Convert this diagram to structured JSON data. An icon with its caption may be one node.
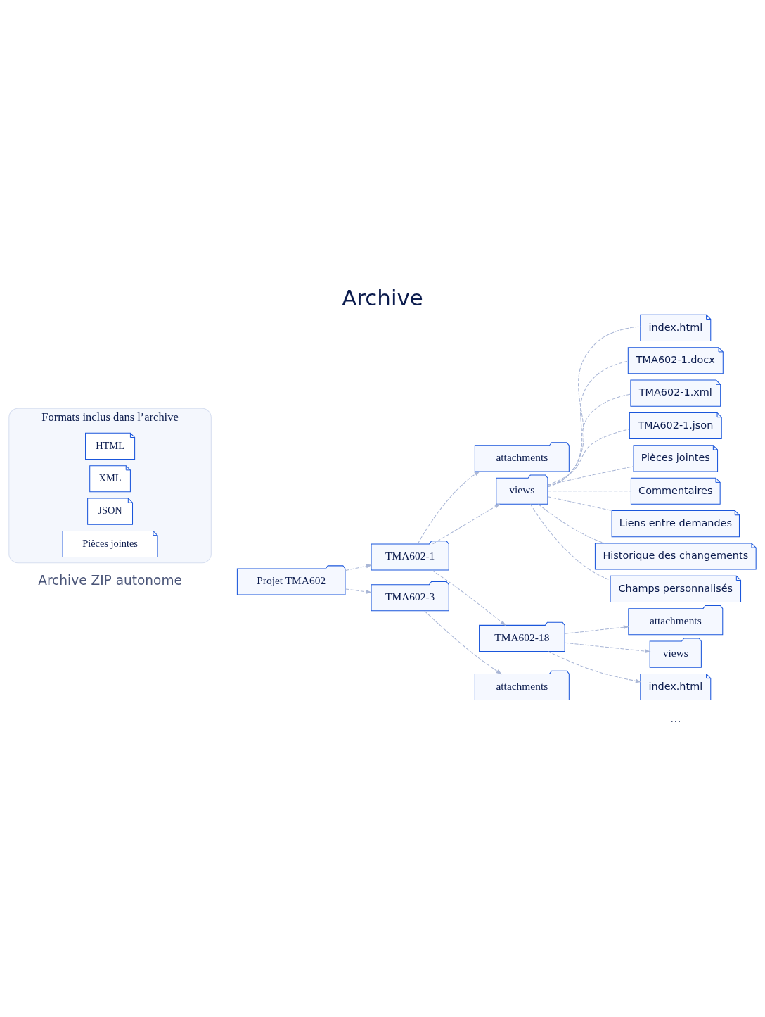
{
  "diagram": {
    "title": "Archive",
    "nodes": [
      {
        "text": [
          "Projet TMA602"
        ]
      },
      {
        "text": [
          "TMA602-1"
        ]
      },
      {
        "text": [
          "attachments"
        ]
      },
      {
        "text": [
          "views"
        ]
      },
      {
        "text": [
          "index.html"
        ]
      },
      {
        "text": [
          "TMA602-1.docx"
        ]
      },
      {
        "text": [
          "TMA602-1.xml"
        ]
      },
      {
        "text": [
          "TMA602-1.json"
        ]
      },
      {
        "text": [
          "Pièces jointes"
        ]
      },
      {
        "text": [
          "Commentaires"
        ]
      },
      {
        "text": [
          "Liens entre demandes"
        ]
      },
      {
        "text": [
          "Historique des changements"
        ]
      },
      {
        "text": [
          "Champs personnalisés"
        ]
      },
      {
        "text": [
          "TMA602-18"
        ]
      },
      {
        "text": [
          "attachments"
        ]
      },
      {
        "text": [
          "views"
        ]
      },
      {
        "text": [
          "index.html"
        ]
      },
      {
        "text": [
          "TMA602-3"
        ]
      },
      {
        "text": [
          "attachments"
        ]
      },
      {
        "text": [
          "Formats inclus dans l’archive"
        ]
      },
      {
        "text": [
          "HTML"
        ],
        "in": 19
      },
      {
        "text": [
          "XML"
        ],
        "in": 19
      },
      {
        "text": [
          "JSON"
        ],
        "in": 19
      },
      {
        "text": [
          "Pièces jointes"
        ],
        "in": 19
      }
    ],
    "edges": [
      {
        "from": 0,
        "to": 1,
        "arrow": "to",
        "style": "dashed"
      },
      {
        "from": 1,
        "to": 2,
        "arrow": "to",
        "style": "dashed"
      },
      {
        "from": 1,
        "to": 3,
        "arrow": "to",
        "style": "dashed"
      },
      {
        "from": 3,
        "to": 4,
        "arrow": "none",
        "style": "dashed"
      },
      {
        "from": 3,
        "to": 5,
        "arrow": "none",
        "style": "dashed"
      },
      {
        "from": 3,
        "to": 6,
        "arrow": "none",
        "style": "dashed"
      },
      {
        "from": 3,
        "to": 7,
        "arrow": "none",
        "style": "dashed"
      },
      {
        "from": 3,
        "to": 8,
        "arrow": "none",
        "style": "dashed"
      },
      {
        "from": 3,
        "to": 9,
        "arrow": "none",
        "style": "dashed"
      },
      {
        "from": 3,
        "to": 10,
        "arrow": "none",
        "style": "dashed"
      },
      {
        "from": 3,
        "to": 11,
        "arrow": "none",
        "style": "dashed"
      },
      {
        "from": 3,
        "to": 12,
        "arrow": "none",
        "style": "dashed"
      },
      {
        "from": 1,
        "to": 13,
        "arrow": "to",
        "style": "dashed"
      },
      {
        "from": 13,
        "to": 14,
        "arrow": "to",
        "style": "dashed"
      },
      {
        "from": 13,
        "to": 15,
        "arrow": "to",
        "style": "dashed"
      },
      {
        "from": 13,
        "to": 16,
        "arrow": "to",
        "style": "dashed"
      },
      {
        "from": 0,
        "to": 17,
        "arrow": "to",
        "style": "dashed"
      },
      {
        "from": 17,
        "to": 18,
        "arrow": "to",
        "style": "dashed"
      }
    ],
    "labels": [
      "Archive ZIP autonome",
      "..."
    ]
  }
}
